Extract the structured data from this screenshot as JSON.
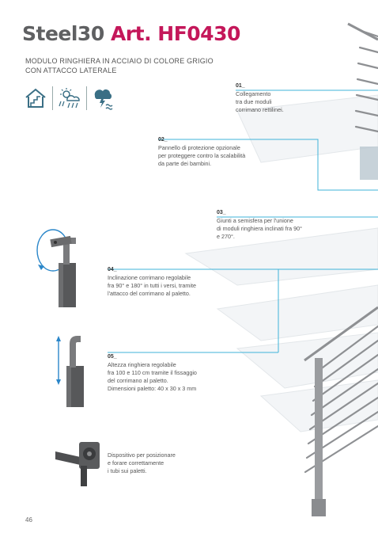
{
  "header": {
    "brand": "Steel30",
    "article": "Art. HF0430",
    "subtitle_line1": "MODULO RINGHIERA IN ACCIAIO DI COLORE GRIGIO",
    "subtitle_line2": "CON ATTACCO LATERALE"
  },
  "icons": [
    "indoor-house-icon",
    "outdoor-sun-rain-icon",
    "storm-sea-icon"
  ],
  "colors": {
    "accent": "#c4175a",
    "callout_line": "#3fb3d8",
    "brand_gray": "#5f6062"
  },
  "callouts": [
    {
      "num": "01_",
      "lines": [
        "Collegamento",
        "tra due moduli",
        "corrimano rettilinei."
      ]
    },
    {
      "num": "02_",
      "lines": [
        "Pannello di protezione opzionale",
        "per proteggere contro la scalabilità",
        "da parte dei bambini."
      ]
    },
    {
      "num": "03_",
      "lines": [
        "Giunti a semisfera per l'unione",
        "di moduli ringhiera inclinati fra 90°",
        "e 270°."
      ]
    },
    {
      "num": "04_",
      "lines": [
        "Inclinazione corrimano regolabile",
        "fra 90° e 180° in tutti i versi, tramite",
        "l'attacco del corrimano al paletto."
      ]
    },
    {
      "num": "05_",
      "lines": [
        "Altezza ringhiera regolabile",
        "fra 100 e 110 cm tramite il fissaggio",
        "del corrimano al paletto.",
        "Dimensioni paletto: 40 x 30 x 3 mm"
      ]
    }
  ],
  "accessory_note": {
    "lines": [
      "Dispositivo per posizionare",
      "e forare correttamente",
      "i tubi sui paletti."
    ]
  },
  "page_number": "46"
}
